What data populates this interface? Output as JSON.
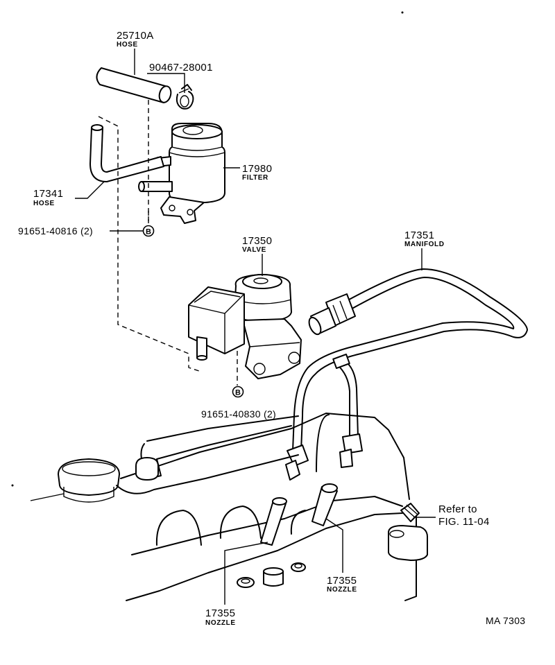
{
  "parts": {
    "hose_top": {
      "number": "25710A",
      "name": "HOSE"
    },
    "clamp": {
      "number": "90467-28001"
    },
    "filter": {
      "number": "17980",
      "name": "FILTER"
    },
    "hose_side": {
      "number": "17341",
      "name": "HOSE"
    },
    "bolt_filter": {
      "number": "91651-40816 (2)",
      "marker": "B"
    },
    "valve": {
      "number": "17350",
      "name": "VALVE"
    },
    "manifold": {
      "number": "17351",
      "name": "MANIFOLD"
    },
    "bolt_valve": {
      "number": "91651-40830 (2)",
      "marker": "B"
    },
    "nozzle_right": {
      "number": "17355",
      "name": "NOZZLE"
    },
    "nozzle_left": {
      "number": "17355",
      "name": "NOZZLE"
    }
  },
  "reference": {
    "line1": "Refer to",
    "line2": "FIG. 11-04"
  },
  "drawing_code": "MA  7303"
}
